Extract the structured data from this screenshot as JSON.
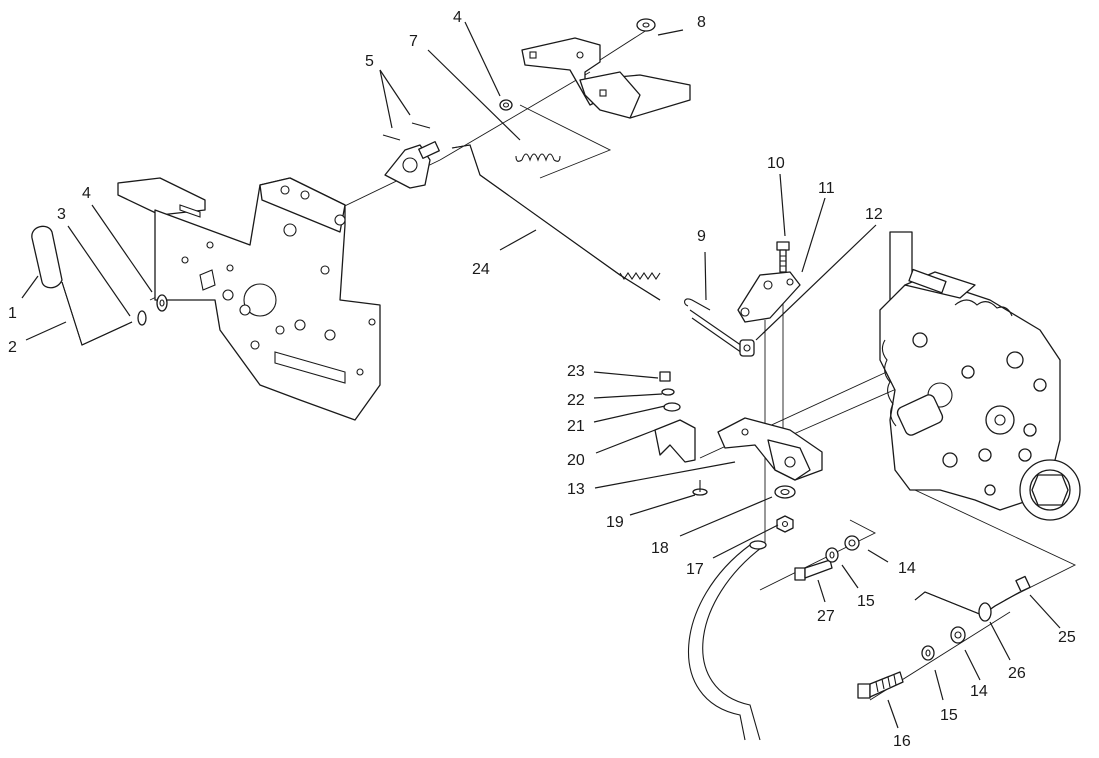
{
  "callouts": [
    {
      "id": "c1",
      "label": "1"
    },
    {
      "id": "c2",
      "label": "2"
    },
    {
      "id": "c3",
      "label": "3"
    },
    {
      "id": "c4a",
      "label": "4"
    },
    {
      "id": "c4b",
      "label": "4"
    },
    {
      "id": "c5",
      "label": "5"
    },
    {
      "id": "c7",
      "label": "7"
    },
    {
      "id": "c8",
      "label": "8"
    },
    {
      "id": "c9",
      "label": "9"
    },
    {
      "id": "c10",
      "label": "10"
    },
    {
      "id": "c11",
      "label": "11"
    },
    {
      "id": "c12",
      "label": "12"
    },
    {
      "id": "c13",
      "label": "13"
    },
    {
      "id": "c14a",
      "label": "14"
    },
    {
      "id": "c14b",
      "label": "14"
    },
    {
      "id": "c15a",
      "label": "15"
    },
    {
      "id": "c15b",
      "label": "15"
    },
    {
      "id": "c16",
      "label": "16"
    },
    {
      "id": "c17",
      "label": "17"
    },
    {
      "id": "c18",
      "label": "18"
    },
    {
      "id": "c19",
      "label": "19"
    },
    {
      "id": "c20",
      "label": "20"
    },
    {
      "id": "c21",
      "label": "21"
    },
    {
      "id": "c22",
      "label": "22"
    },
    {
      "id": "c23",
      "label": "23"
    },
    {
      "id": "c24",
      "label": "24"
    },
    {
      "id": "c25",
      "label": "25"
    },
    {
      "id": "c26",
      "label": "26"
    },
    {
      "id": "c27",
      "label": "27"
    }
  ]
}
